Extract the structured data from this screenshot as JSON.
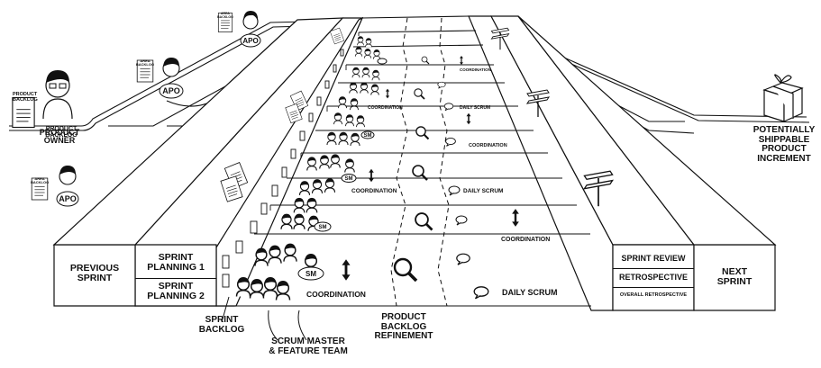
{
  "roles": {
    "product_owner": "PRODUCT\nOWNER",
    "apo": "APO",
    "product_backlog_doc": "PRODUCT\nBACKLOG",
    "area_backlog_doc": "AREA\nBACKLOG"
  },
  "boxes": {
    "previous_sprint": "PREVIOUS\nSPRINT",
    "next_sprint": "NEXT\nSPRINT",
    "sprint_planning_1": "SPRINT\nPLANNING 1",
    "sprint_planning_2": "SPRINT\nPLANNING 2",
    "sprint_review": "SPRINT REVIEW",
    "retrospective": "RETROSPECTIVE",
    "overall_retrospective": "OVERALL RETROSPECTIVE"
  },
  "lanes": {
    "coordination": "COORDINATION",
    "daily_scrum": "DAILY SCRUM",
    "scrum_master_badge": "SM"
  },
  "bottom_labels": {
    "sprint_backlog": "SPRINT\nBACKLOG",
    "scrum_master_team": "SCRUM MASTER\n& FEATURE TEAM",
    "pbr": "PRODUCT\nBACKLOG\nREFINEMENT"
  },
  "increment": "POTENTIALLY\nSHIPPABLE\nPRODUCT\nINCREMENT"
}
